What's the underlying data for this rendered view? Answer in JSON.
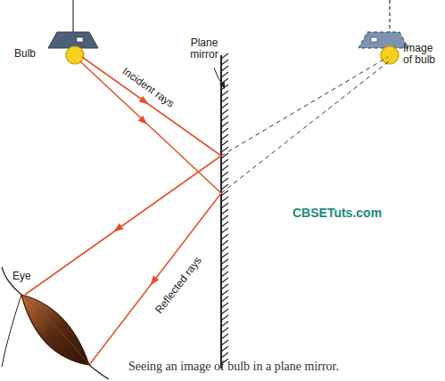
{
  "diagram": {
    "caption": "Seeing an image of bulb in a plane mirror.",
    "labels": [
      "Plane mirror",
      "Bulb",
      "Incident rays",
      "Image of bulb",
      "CBSETuts.com",
      "Eye",
      "Reflected rays"
    ]
  }
}
